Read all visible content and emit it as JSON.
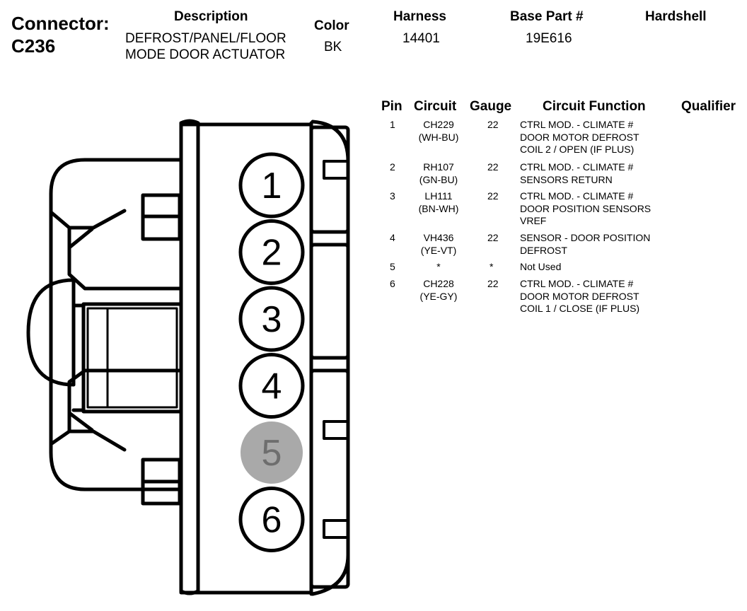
{
  "header": {
    "connector_label": "Connector:",
    "connector_id": "C236",
    "description_label": "Description",
    "description_line1": "DEFROST/PANEL/FLOOR",
    "description_line2": "MODE DOOR ACTUATOR",
    "color_label": "Color",
    "color_value": "BK",
    "harness_label": "Harness",
    "harness_value": "14401",
    "base_part_label": "Base Part #",
    "base_part_value": "19E616",
    "hardshell_label": "Hardshell"
  },
  "table": {
    "columns": [
      "Pin",
      "Circuit",
      "Gauge",
      "Circuit Function",
      "Qualifier"
    ],
    "rows": [
      {
        "pin": "1",
        "circuit": [
          "CH229",
          "(WH-BU)"
        ],
        "gauge": "22",
        "function": [
          "CTRL MOD. - CLIMATE #",
          "DOOR MOTOR DEFROST",
          "COIL 2 / OPEN (IF PLUS)"
        ],
        "qualifier": ""
      },
      {
        "pin": "2",
        "circuit": [
          "RH107",
          "(GN-BU)"
        ],
        "gauge": "22",
        "function": [
          "CTRL MOD. - CLIMATE #",
          "SENSORS RETURN"
        ],
        "qualifier": ""
      },
      {
        "pin": "3",
        "circuit": [
          "LH111",
          "(BN-WH)"
        ],
        "gauge": "22",
        "function": [
          "CTRL MOD. - CLIMATE #",
          "DOOR POSITION SENSORS",
          "VREF"
        ],
        "qualifier": ""
      },
      {
        "pin": "4",
        "circuit": [
          "VH436",
          "(YE-VT)"
        ],
        "gauge": "22",
        "function": [
          "SENSOR - DOOR POSITION",
          "DEFROST"
        ],
        "qualifier": ""
      },
      {
        "pin": "5",
        "circuit": [
          "*"
        ],
        "gauge": "*",
        "function": [
          "Not Used"
        ],
        "qualifier": ""
      },
      {
        "pin": "6",
        "circuit": [
          "CH228",
          "(YE-GY)"
        ],
        "gauge": "22",
        "function": [
          "CTRL MOD. - CLIMATE #",
          "DOOR MOTOR DEFROST",
          "COIL 1 / CLOSE (IF PLUS)"
        ],
        "qualifier": ""
      }
    ]
  },
  "diagram": {
    "pins": [
      {
        "label": "1",
        "used": true
      },
      {
        "label": "2",
        "used": true
      },
      {
        "label": "3",
        "used": true
      },
      {
        "label": "4",
        "used": true
      },
      {
        "label": "5",
        "used": false
      },
      {
        "label": "6",
        "used": true
      }
    ],
    "unused_pin_color": "#a9a9a9"
  }
}
